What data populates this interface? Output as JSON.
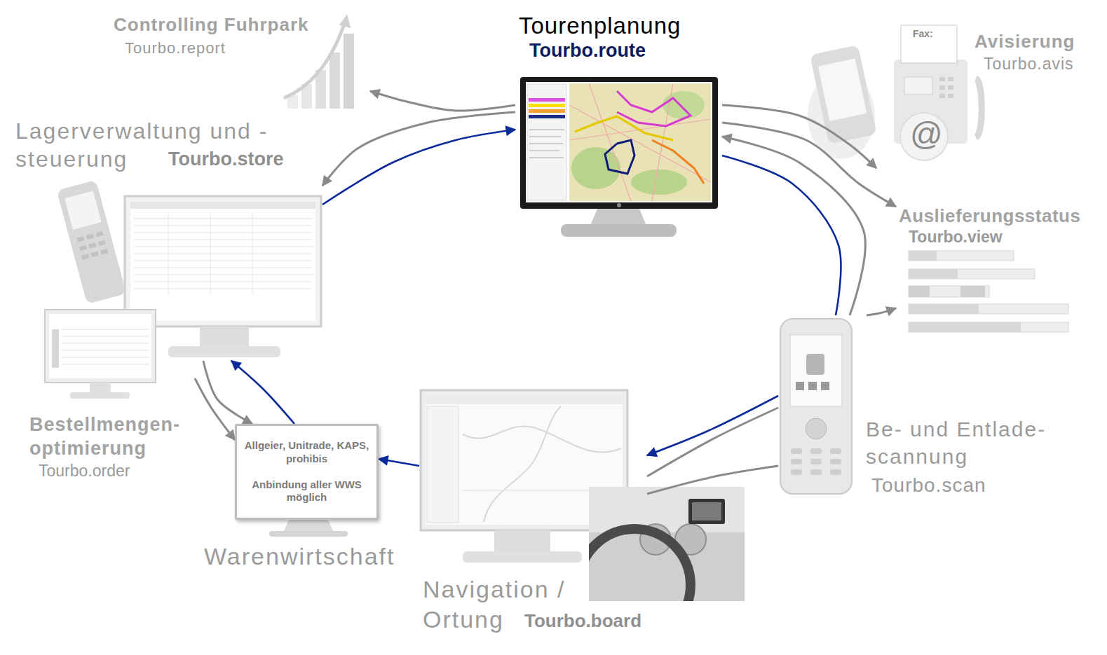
{
  "diagram": {
    "nodes": [
      {
        "text": [
          "Tourenplanung",
          "Tourbo.route"
        ]
      },
      {
        "text": [
          "Controlling Fuhrpark",
          "Tourbo.report"
        ]
      },
      {
        "text": [
          "Avisierung",
          "Tourbo.avis"
        ]
      },
      {
        "text": [
          "Lagerverwaltung und -steuerung",
          "Tourbo.store"
        ]
      },
      {
        "text": [
          "Auslieferungsstatus",
          "Tourbo.view"
        ]
      },
      {
        "text": [
          "Bestellmengen- optimierung",
          "Tourbo.order"
        ]
      },
      {
        "text": [
          "Allgeier, Unitrade, KAPS, prohibis",
          "Anbindung aller WWS möglich",
          "Warenwirtschaft"
        ]
      },
      {
        "text": [
          "Navigation / Ortung",
          "Tourbo.board"
        ]
      },
      {
        "text": [
          "Be- und Entlade- scannung",
          "Tourbo.scan"
        ]
      }
    ],
    "edges": [
      {
        "from": 0,
        "to": 1,
        "arrow": "to"
      },
      {
        "from": 0,
        "to": 3,
        "arrow": "to"
      },
      {
        "from": 3,
        "to": 0,
        "arrow": "to"
      },
      {
        "from": 0,
        "to": 2,
        "arrow": "to"
      },
      {
        "from": 0,
        "to": 4,
        "arrow": "to"
      },
      {
        "from": 8,
        "to": 0,
        "arrow": "to"
      },
      {
        "from": 0,
        "to": 8,
        "arrow": "none"
      },
      {
        "from": 8,
        "to": 4,
        "arrow": "to"
      },
      {
        "from": 8,
        "to": 7,
        "arrow": "to"
      },
      {
        "from": 7,
        "to": 8,
        "arrow": "none"
      },
      {
        "from": 7,
        "to": 8,
        "arrow": "none"
      },
      {
        "from": 7,
        "to": 6,
        "arrow": "to"
      },
      {
        "from": 3,
        "to": 6,
        "arrow": "to"
      },
      {
        "from": 6,
        "to": 3,
        "arrow": "to"
      },
      {
        "from": 5,
        "to": 6,
        "arrow": "to"
      }
    ],
    "labels": [
      "Fax:",
      "@"
    ]
  }
}
